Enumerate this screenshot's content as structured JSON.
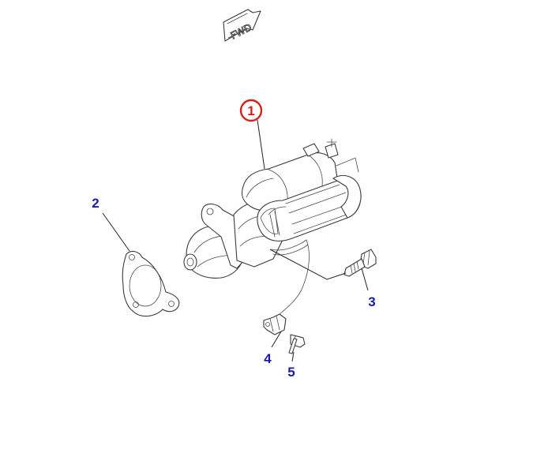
{
  "direction_indicator": {
    "label": "FWD"
  },
  "callouts": [
    {
      "id": "callout-1",
      "number": "1",
      "part": "starter-motor",
      "highlighted": true
    },
    {
      "id": "callout-2",
      "number": "2",
      "part": "gasket"
    },
    {
      "id": "callout-3",
      "number": "3",
      "part": "bolt"
    },
    {
      "id": "callout-4",
      "number": "4",
      "part": "wire-connector"
    },
    {
      "id": "callout-5",
      "number": "5",
      "part": "screw"
    }
  ],
  "colors": {
    "callout_number": "#1a1aa8",
    "highlight_ring": "#d62020",
    "highlight_number": "#d62020",
    "line_art": "#3a3a3a"
  }
}
